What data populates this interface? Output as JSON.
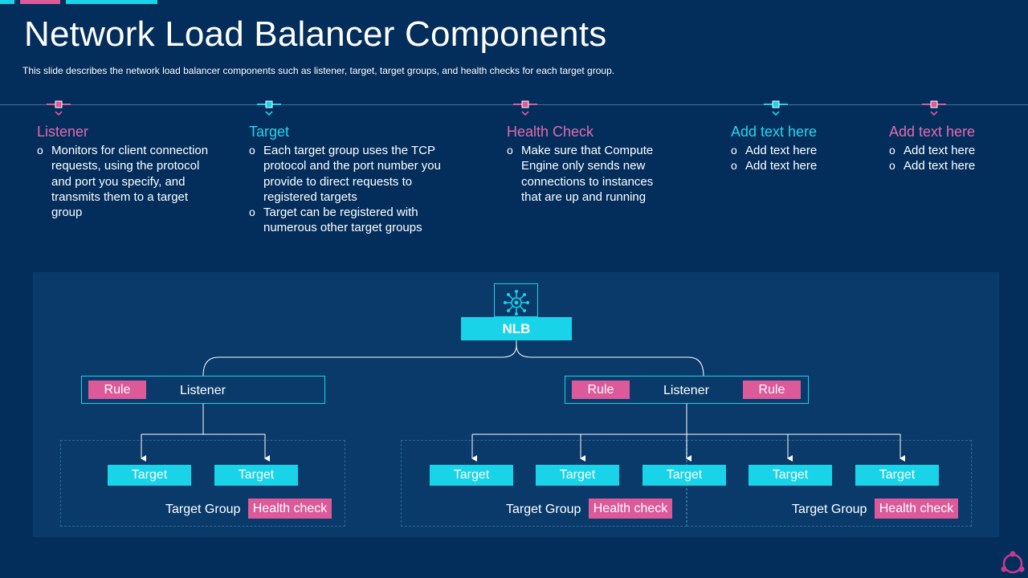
{
  "title": "Network Load Balancer Components",
  "subtitle": "This slide describes the network load balancer components such as listener, target, target groups, and health checks for each target group.",
  "colors": {
    "background": "#032e5c",
    "panel": "#0a3a6a",
    "cyan": "#19d3e8",
    "pink": "#dc5a9a",
    "pink_heading": "#e36bad",
    "cyan_heading": "#2ad4ee"
  },
  "columns": [
    {
      "heading": "Listener",
      "bullets": [
        "Monitors for client connection requests, using the protocol and port you specify, and transmits them to a target group"
      ]
    },
    {
      "heading": "Target",
      "bullets": [
        "Each target group uses the TCP protocol and the port number you provide to direct requests to registered targets",
        "Target can be registered with numerous other target groups"
      ]
    },
    {
      "heading": "Health Check",
      "bullets": [
        "Make sure that Compute Engine only sends new connections to instances that are up and running"
      ]
    },
    {
      "heading": "Add text here",
      "bullets": [
        "Add text here",
        "Add text here"
      ]
    },
    {
      "heading": "Add text here",
      "bullets": [
        "Add text here",
        "Add text here"
      ]
    }
  ],
  "diagram": {
    "root": "NLB",
    "root_icon": "network-hub-icon",
    "listener_label": "Listener",
    "rule_label": "Rule",
    "target_label": "Target",
    "target_group_label": "Target Group",
    "health_check_label": "Health check"
  },
  "corner_logo_icon": "cycle-logo-icon"
}
